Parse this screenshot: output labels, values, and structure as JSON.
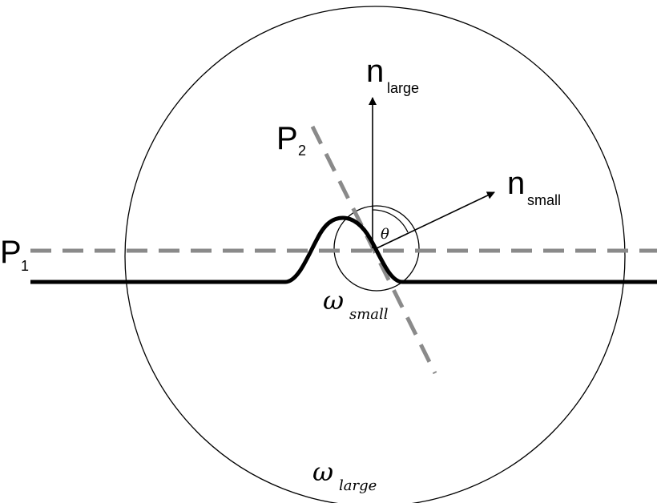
{
  "labels": {
    "p1": "P",
    "p1_sub": "1",
    "p2": "P",
    "p2_sub": "2",
    "n_large": "n",
    "n_large_sub": "large",
    "n_small": "n",
    "n_small_sub": "small",
    "theta": "θ",
    "omega_small": "ω",
    "omega_small_sub": "small",
    "omega_large": "ω",
    "omega_large_sub": "large"
  },
  "colors": {
    "stroke": "#000000",
    "dashed": "#8a8a8a",
    "background": "#ffffff"
  }
}
